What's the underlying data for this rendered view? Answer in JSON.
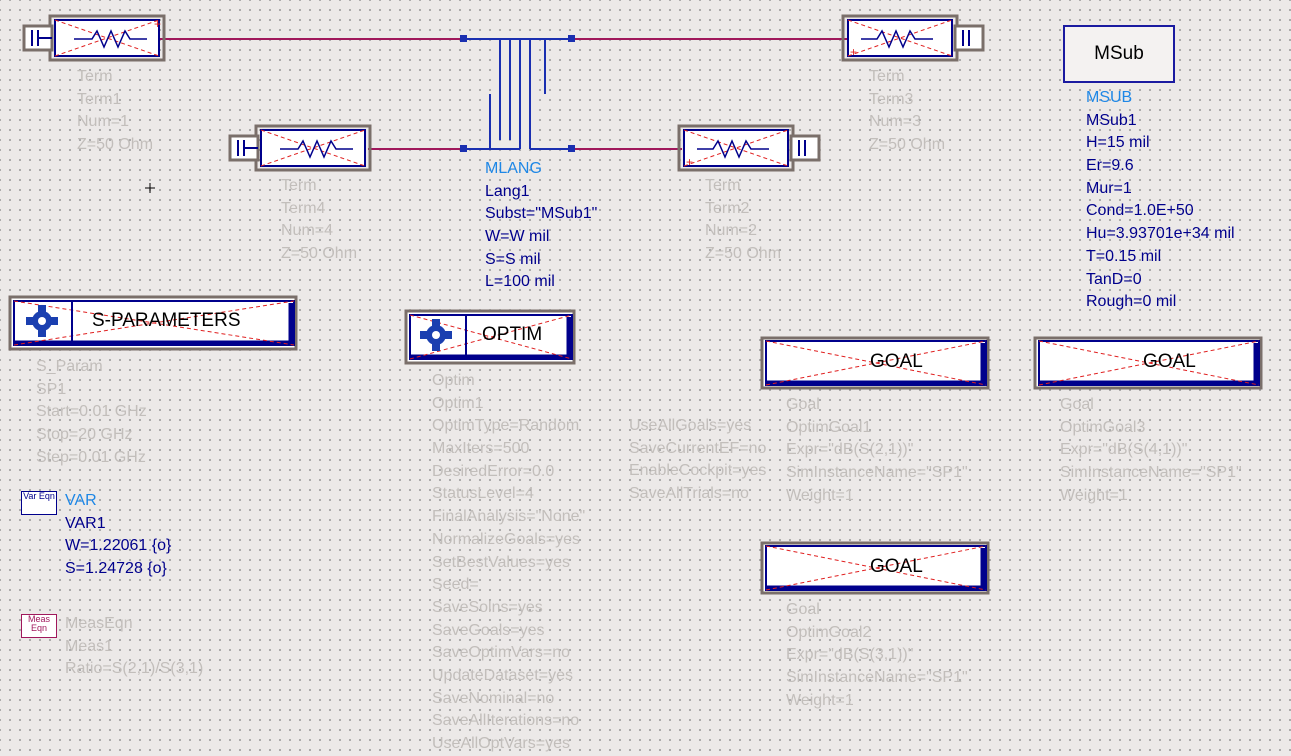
{
  "colors": {
    "canvas": "#ece9e8",
    "wire": "#a0185c",
    "component": "#00008c",
    "param_active": "#00008c",
    "param_inactive": "#c2bebb",
    "component_name": "#1e87e6"
  },
  "terms": [
    {
      "lines": [
        "Term",
        "Term1",
        "Num=1",
        "Z=50 Ohm"
      ]
    },
    {
      "lines": [
        "Term",
        "Term4",
        "Num=4",
        "Z=50 Ohm"
      ]
    },
    {
      "lines": [
        "Term",
        "Term2",
        "Num=2",
        "Z=50 Ohm"
      ]
    },
    {
      "lines": [
        "Term",
        "Term3",
        "Num=3",
        "Z=50 Ohm"
      ]
    }
  ],
  "mlang": {
    "type": "MLANG",
    "lines": [
      "Lang1",
      "Subst=\"MSub1\"",
      "W=W mil",
      "S=S mil",
      "L=100 mil"
    ]
  },
  "msub": {
    "box_label": "MSub",
    "type": "MSUB",
    "lines": [
      "MSub1",
      "H=15 mil",
      "Er=9.6",
      "Mur=1",
      "Cond=1.0E+50",
      "Hu=3.93701e+34 mil",
      "T=0.15 mil",
      "TanD=0",
      "Rough=0 mil"
    ]
  },
  "sparams": {
    "label": "S-PARAMETERS",
    "lines": [
      "S_Param",
      "SP1",
      "Start=0.01 GHz",
      "Stop=20 GHz",
      "Step=0.01 GHz"
    ]
  },
  "optim": {
    "label": "OPTIM",
    "lines": [
      "Optim",
      "Optim1",
      "OptimType=Random",
      "MaxIters=500",
      "DesiredError=0.0",
      "StatusLevel=4",
      "FinalAnalysis=\"None\"",
      "NormalizeGoals=yes",
      "SetBestValues=yes",
      "Seed=",
      "SaveSolns=yes",
      "SaveGoals=yes",
      "SaveOptimVars=no",
      "UpdateDataset=yes",
      "SaveNominal=no",
      "SaveAllIterations=no",
      "UseAllOptVars=yes"
    ],
    "lines2": [
      "UseAllGoals=yes",
      "SaveCurrentEF=no",
      "EnableCockpit=yes",
      "SaveAllTrials=no"
    ]
  },
  "goals": [
    {
      "label": "GOAL",
      "lines": [
        "Goal",
        "OptimGoal1",
        "Expr=\"dB(S(2,1))\"",
        "SimInstanceName=\"SP1\"",
        "Weight=1"
      ]
    },
    {
      "label": "GOAL",
      "lines": [
        "Goal",
        "OptimGoal3",
        "Expr=\"dB(S(4,1))\"",
        "SimInstanceName=\"SP1\"",
        "Weight=1"
      ]
    },
    {
      "label": "GOAL",
      "lines": [
        "Goal",
        "OptimGoal2",
        "Expr=\"dB(S(3,1))\"",
        "SimInstanceName=\"SP1\"",
        "Weight=1"
      ]
    }
  ],
  "var": {
    "icon": "Var Eqn",
    "type": "VAR",
    "lines": [
      "VAR1",
      "W=1.22061 {o}",
      "S=1.24728 {o}"
    ]
  },
  "meas": {
    "icon": "Meas Eqn",
    "lines": [
      "MeasEqn",
      "Meas1",
      "Ratio=S(2,1)/S(3,1)"
    ]
  }
}
